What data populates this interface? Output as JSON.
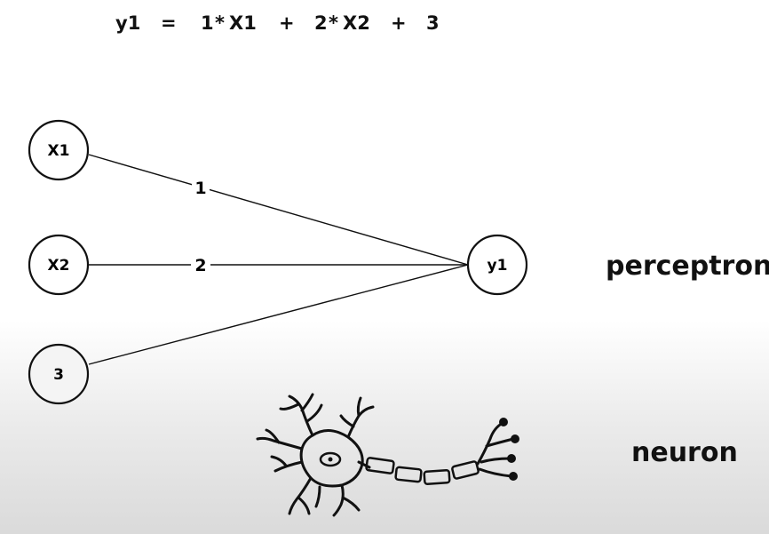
{
  "equation": {
    "lhs": "y1",
    "equals": "=",
    "term1_coef": "1",
    "term1_op": "*",
    "term1_var": "X1",
    "plus1": "+",
    "term2_coef": "2",
    "term2_op": "*",
    "term2_var": "X2",
    "plus2": "+",
    "bias": "3"
  },
  "nodes": {
    "x1": "X1",
    "x2": "X2",
    "bias": "3",
    "output": "y1"
  },
  "weights": {
    "w1": "1",
    "w2": "2"
  },
  "captions": {
    "perceptron": "perceptron",
    "neuron": "neuron"
  }
}
